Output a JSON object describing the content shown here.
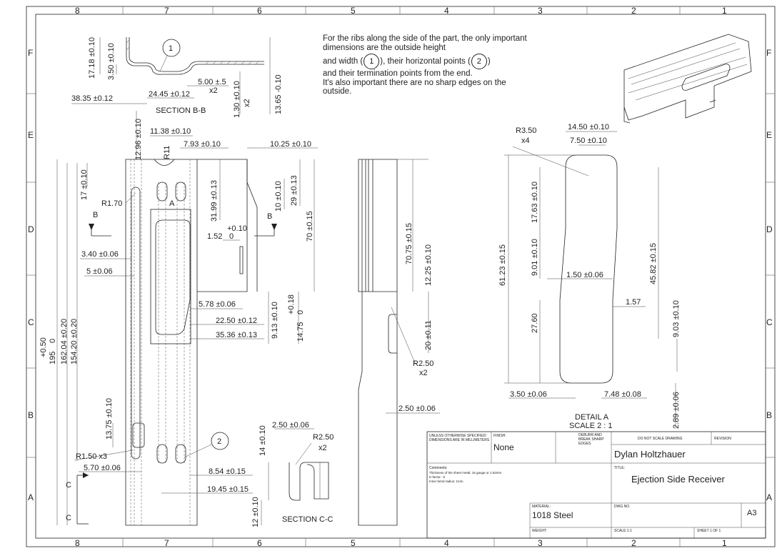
{
  "zones": {
    "columns": [
      "8",
      "7",
      "6",
      "5",
      "4",
      "3",
      "2",
      "1"
    ],
    "rows": [
      "F",
      "E",
      "D",
      "C",
      "B",
      "A"
    ]
  },
  "note": {
    "line1": "For the ribs along the side of the part, the only important dimensions are the outside height",
    "line2a": "and width (",
    "callout1": "1",
    "line2b": "), their horizontal points (",
    "callout2": "2",
    "line2c": ")",
    "line3": "and their termination points from the end.",
    "line4": "It's also important there are no sharp edges on the outside."
  },
  "section_bb": {
    "label": "SECTION B-B",
    "callout": "1",
    "dims": {
      "d1": "17.18 ±0.10",
      "d2": "3.50 ±0.10",
      "d3": "5.00 ±.5",
      "d3x": "x2",
      "d4": "24.45 ±0.12",
      "d5": "38.35 ±0.12",
      "d6": "1.30 ±0.10",
      "d6x": "x2",
      "d7": "13.65 -0.10"
    }
  },
  "front_view": {
    "cut_a": "A",
    "cut_b": "B",
    "cut_c": "C",
    "callout": "2",
    "dims": {
      "d11_38": "11.38 ±0.10",
      "d12_96": "12.96 ±0.10",
      "r11": "R11",
      "d7_93": "7.93 ±0.10",
      "d10_25": "10.25 ±0.10",
      "d17": "17 ±0.10",
      "r1_70": "R1.70",
      "d31_99": "31.99 ±0.13",
      "d10": "10 ±0.10",
      "d29": "29 ±0.13",
      "d70": "70 ±0.15",
      "d1_52": "1.52",
      "d1_52tol_up": "+0.10",
      "d1_52tol_dn": "0",
      "d3_40": "3.40 ±0.06",
      "d5": "5 ±0.06",
      "d5_78": "5.78 ±0.06",
      "d22_50": "22.50 ±0.12",
      "d35_36": "35.36 ±0.13",
      "d9_13": "9.13 ±0.10",
      "d14_75": "14.75",
      "d14_75tol_up": "+0.18",
      "d14_75tol_dn": "0",
      "d195": "195",
      "d195tol_up": "+0.50",
      "d195tol_dn": "0",
      "d162": "162.04 ±0.20",
      "d154": "154.20 ±0.20",
      "d13_75": "13.75 ±0.10",
      "r1_50": "R1.50 x3",
      "d5_70": "5.70 ±0.06",
      "d8_54": "8.54 ±0.15",
      "d19_45": "19.45 ±0.15"
    }
  },
  "side_view": {
    "dims": {
      "d70_75": "70.75 ±0.15",
      "d12_25": "12.25 ±0.10",
      "d20": "20 ±0.11",
      "r2_50": "R2.50",
      "r2_50x": "x2",
      "d2_50": "2.50 ±0.06"
    }
  },
  "section_cc": {
    "label": "SECTION C-C",
    "dims": {
      "d2_50": "2.50 ±0.06",
      "r2_50": "R2.50",
      "r2_50x": "x2",
      "d14": "14 ±0.10",
      "d12": "12 ±0.10"
    }
  },
  "detail_a": {
    "label": "DETAIL A",
    "scale": "SCALE 2 : 1",
    "dims": {
      "r3_50": "R3.50",
      "r3_50x": "x4",
      "d14_50": "14.50 ±0.10",
      "d7_50": "7.50 ±0.10",
      "d17_63": "17.63 ±0.10",
      "d61_23": "61.23 ±0.15",
      "d9_01": "9.01 ±0.10",
      "d1_50": "1.50 ±0.06",
      "d45_82": "45.82 ±0.15",
      "d1_57": "1.57",
      "d9_03": "9.03 ±0.10",
      "d27_60": "27.60",
      "d3_50": "3.50 ±0.06",
      "d7_48": "7.48 ±0.08",
      "d2_89": "2.89 ±0.06"
    }
  },
  "title_block": {
    "unless": "UNLESS OTHERWISE SPECIFIED:",
    "dims_mm": "DIMENSIONS ARE IN MILLIMETERS",
    "finish_label": "FINISH:",
    "finish": "None",
    "deburr1": "DEBURR AND",
    "deburr2": "BREAK SHARP",
    "deburr3": "EDGES",
    "do_not_scale": "DO NOT SCALE DRAWING",
    "revision_label": "REVISION",
    "author": "Dylan Holtzhauer",
    "comments_label": "Comments:",
    "comment1": "Thickness of the sheet metal: 16 gauge or 1.52mm",
    "comment2": "K-factor: .5",
    "comment3": "Inner bend radius:  1mm",
    "title_label": "TITLE:",
    "title": "Ejection Side Receiver",
    "material_label": "MATERIAL:",
    "material": "1018 Steel",
    "dwg_label": "DWG NO.",
    "size": "A3",
    "weight_label": "WEIGHT:",
    "scale_label": "SCALE:1:1",
    "sheet_label": "SHEET 1 OF 1"
  }
}
